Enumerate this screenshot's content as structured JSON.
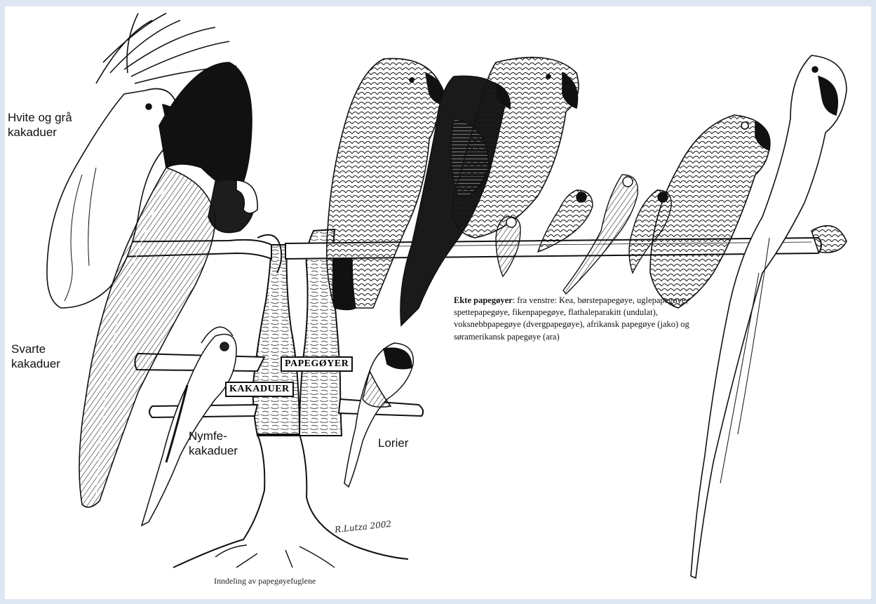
{
  "labels": {
    "white_grey": "Hvite og grå kakaduer",
    "black": "Svarte kakaduer",
    "nymph": "Nymfe- kakaduer",
    "lorier": "Lorier"
  },
  "boxes": {
    "papegoyer": "PAPEGØYER",
    "kakaduer": "KAKADUER"
  },
  "true_parrots": {
    "heading": "Ekte papegøyer",
    "text": ": fra venstre: Kea, børstepapegøye, uglepapegøye, spettepapegøye, fikenpapegøye, flathaleparakitt (undulat), voksnebbpapegøye (dvergpapegøye), afrikansk papegøye (jako) og søramerikansk papegøye (ara)"
  },
  "caption": "Inndeling av papegøyefuglene",
  "signature": "R.Lutza 2002",
  "colors": {
    "page_background": "#dde6f2",
    "canvas": "#ffffff",
    "ink": "#111111"
  }
}
